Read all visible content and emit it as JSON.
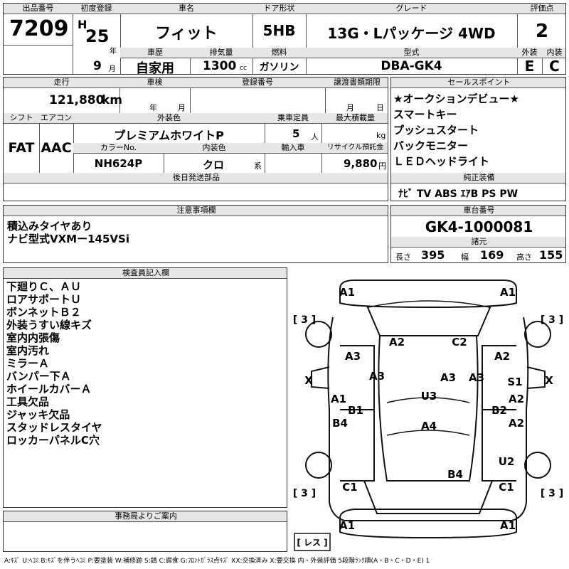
{
  "header": {
    "lot_label": "出品番号",
    "lot": "7209",
    "reg_label": "初度登録",
    "era": "H",
    "year": "25",
    "year_unit": "年",
    "month": "9",
    "month_unit": "月",
    "name_label": "車名",
    "name": "フィット",
    "door_label": "ドア形状",
    "door": "5HB",
    "grade_label": "グレード",
    "grade": "13G・Lパッケージ 4WD",
    "score_label": "評価点",
    "score": "2",
    "history_label": "車歴",
    "history": "自家用",
    "cc_label": "排気量",
    "cc": "1300",
    "cc_unit": "cc",
    "fuel_label": "燃料",
    "fuel": "ガソリン",
    "model_label": "型式",
    "model": "DBA-GK4",
    "ext_label": "外装",
    "ext": "E",
    "int_label": "内装",
    "int": "C"
  },
  "row2": {
    "mileage_label": "走行",
    "mileage": "121,880",
    "mileage_unit": "km",
    "inspection_label": "車検",
    "inspection_year": "年",
    "inspection_month": "月",
    "plate_label": "登録番号",
    "transfer_label": "譲渡書類期限",
    "transfer_month": "月",
    "transfer_day": "日"
  },
  "row3": {
    "shift_label": "シフト",
    "shift": "FAT",
    "ac_label": "エアコン",
    "ac": "AAC",
    "color_label": "外装色",
    "color": "プレミアムホワイトP",
    "cap_label": "乗車定員",
    "cap": "5",
    "cap_unit": "人",
    "load_label": "最大積載量",
    "load_unit": "kg",
    "code_label": "カラーNo.",
    "code": "NH624P",
    "intcolor_label": "内装色",
    "intcolor": "クロ",
    "intcolor_unit": "系",
    "import_label": "輸入車",
    "recycle_label": "リサイクル預託金",
    "recycle": "9,880",
    "recycle_unit": "円"
  },
  "later_label": "後日発送部品",
  "sales": {
    "label": "セールスポイント",
    "items": [
      "★オークションデビュー★",
      "スマートキー",
      "プッシュスタート",
      "バックモニター",
      "ＬＥＤヘッドライト"
    ]
  },
  "equip": {
    "label": "純正装備",
    "value": "ﾅﾋﾞ TV ABS ｴｱB PS PW"
  },
  "notes": {
    "label": "注意事項欄",
    "items": [
      "積込みタイヤあり",
      "ナビ型式VXMー145VSi"
    ]
  },
  "chassis": {
    "label": "車台番号",
    "value": "GK4-1000081"
  },
  "spec": {
    "label": "諸元",
    "len_label": "長さ",
    "len": "395",
    "wid_label": "幅",
    "wid": "169",
    "hei_label": "高さ",
    "hei": "155"
  },
  "inspector": {
    "label": "検査員記入欄",
    "items": [
      "下廻りＣ、ＡＵ",
      "ロアサポートＵ",
      "ボンネットＢ２",
      "外装うすい線キズ",
      "室内内張傷",
      "室内汚れ",
      "ミラーＡ",
      "バンパー下Ａ",
      "ホイールカバーＡ",
      "工具欠品",
      "ジャッキ欠品",
      "スタッドレスタイヤ",
      "ロッカーパネルC穴"
    ]
  },
  "office": {
    "label": "事務局よりご案内"
  },
  "diagram": {
    "tires": [
      "[ 3 ]",
      "[ 3 ]",
      "[ 3 ]",
      "[ 3 ]"
    ],
    "spare": "[ レス ]",
    "marks": [
      "A1",
      "A1",
      "A2",
      "C2",
      "A3",
      "A2",
      "X",
      "A3",
      "A3",
      "A3",
      "X",
      "S1",
      "A1",
      "U3",
      "A2",
      "B1",
      "B2",
      "B4",
      "A4",
      "A2",
      "U2",
      "B4",
      "C1",
      "C1",
      "A1",
      "A1"
    ]
  },
  "legend": "A:ｷｽﾞ U:ﾍｺﾐ B:ｷｽﾞを伴うﾍｺﾐ P:要塗装 W:補修跡 S:錆 C:腐食 G:ﾌﾛﾝﾄｶﾞﾗｽ点ｷｽﾞ XX:交換済み X:要交換 内・外装評価 5段階ﾗﾝｸ順(A・B・C・D・E) 1"
}
